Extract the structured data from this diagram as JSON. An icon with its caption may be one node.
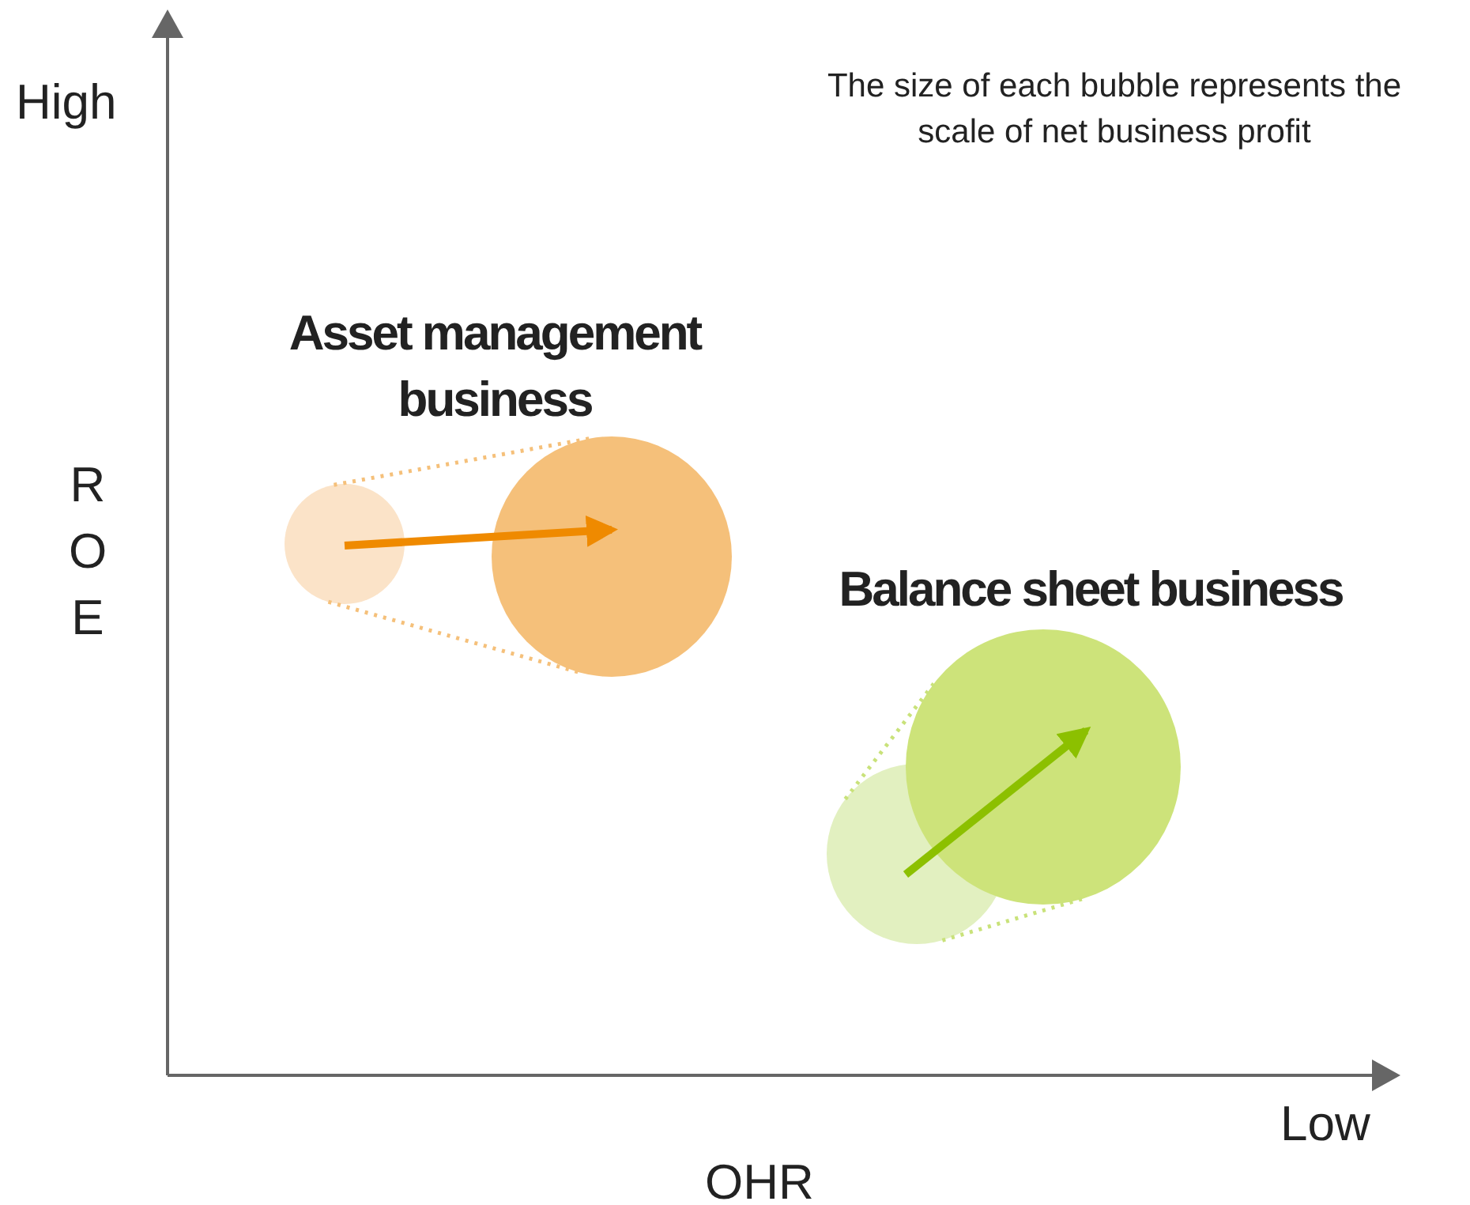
{
  "diagram": {
    "nodes": [
      {
        "text": [],
        "shape": "circle"
      },
      {
        "text": [],
        "shape": "circle",
        "beside": [
          "Asset management business"
        ]
      },
      {
        "text": [],
        "shape": "circle"
      },
      {
        "text": [],
        "shape": "circle",
        "beside": [
          "Balance sheet business"
        ]
      }
    ],
    "edges": [
      {
        "from": 0,
        "to": 1,
        "arrow": "to",
        "color": "#ef8a00",
        "style": "thick"
      },
      {
        "from": 0,
        "to": 1,
        "arrow": "none",
        "style": "dashed",
        "color": "#f5c07a"
      },
      {
        "from": 0,
        "to": 1,
        "arrow": "none",
        "style": "dashed",
        "color": "#f5c07a"
      },
      {
        "from": 2,
        "to": 3,
        "arrow": "to",
        "color": "#8cc000",
        "style": "thick"
      },
      {
        "from": 2,
        "to": 3,
        "arrow": "none",
        "style": "dashed",
        "color": "#c9e27a"
      },
      {
        "from": 2,
        "to": 3,
        "arrow": "none",
        "style": "dashed",
        "color": "#c9e27a"
      }
    ],
    "labels": [
      "High",
      "The size of each bubble represents the scale of net business profit",
      "ROE",
      "Low",
      "OHR"
    ]
  }
}
